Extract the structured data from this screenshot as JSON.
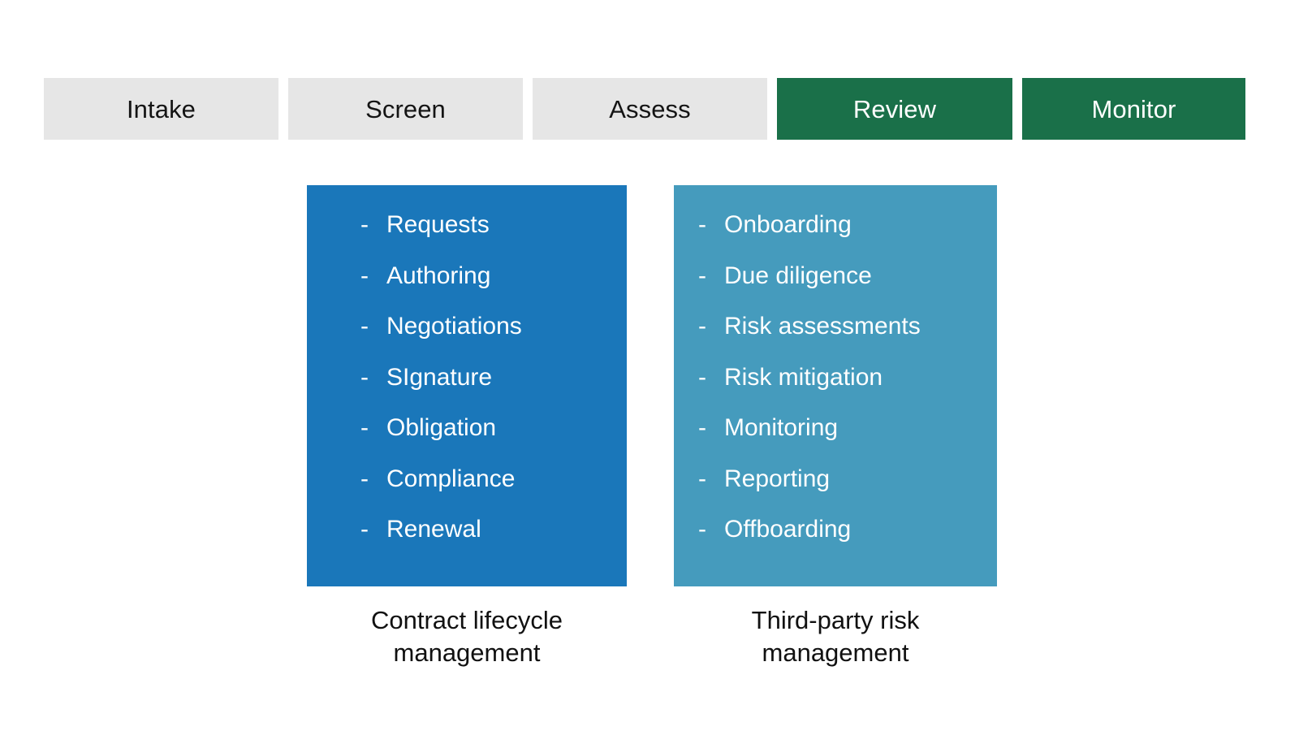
{
  "colors": {
    "tab_inactive_bg": "#e6e6e6",
    "tab_active_bg": "#1a7049",
    "tab_active_text": "#ffffff",
    "tab_inactive_text": "#141414",
    "clm_panel_bg": "#1a77ba",
    "tprm_panel_bg": "#459bbd",
    "panel_text": "#ffffff",
    "caption_text": "#111111",
    "page_bg": "#ffffff"
  },
  "stage_tabs": [
    {
      "label": "Intake",
      "state": "inactive"
    },
    {
      "label": "Screen",
      "state": "inactive"
    },
    {
      "label": "Assess",
      "state": "inactive"
    },
    {
      "label": "Review",
      "state": "active"
    },
    {
      "label": "Monitor",
      "state": "active"
    }
  ],
  "panels": {
    "clm": {
      "caption_line1": "Contract lifecycle",
      "caption_line2": "management",
      "bullet_marker": "-",
      "items": [
        {
          "label": "Requests"
        },
        {
          "label": "Authoring"
        },
        {
          "label": "Negotiations"
        },
        {
          "label": "SIgnature"
        },
        {
          "label": "Obligation"
        },
        {
          "label": "Compliance"
        },
        {
          "label": "Renewal"
        }
      ]
    },
    "tprm": {
      "caption_line1": "Third-party risk",
      "caption_line2": "management",
      "bullet_marker": "-",
      "items": [
        {
          "label": "Onboarding"
        },
        {
          "label": "Due diligence"
        },
        {
          "label": "Risk assessments"
        },
        {
          "label": "Risk mitigation"
        },
        {
          "label": "Monitoring"
        },
        {
          "label": "Reporting"
        },
        {
          "label": "Offboarding"
        }
      ]
    }
  }
}
